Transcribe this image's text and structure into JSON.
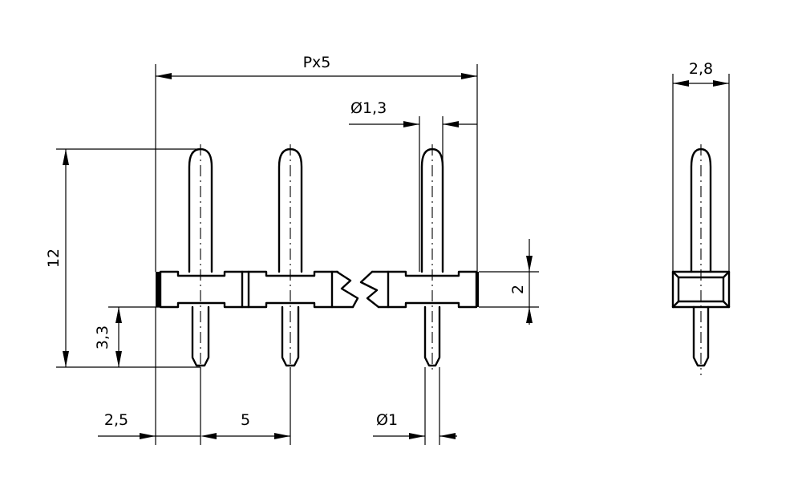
{
  "dimensions": {
    "overall_length": "Px5",
    "pin_tip_diameter": "Ø1,3",
    "pin_height": "12",
    "lower_pin_length": "3,3",
    "body_height": "2",
    "edge_offset": "2,5",
    "pitch": "5",
    "pin_diameter": "Ø1",
    "body_width": "2,8"
  }
}
